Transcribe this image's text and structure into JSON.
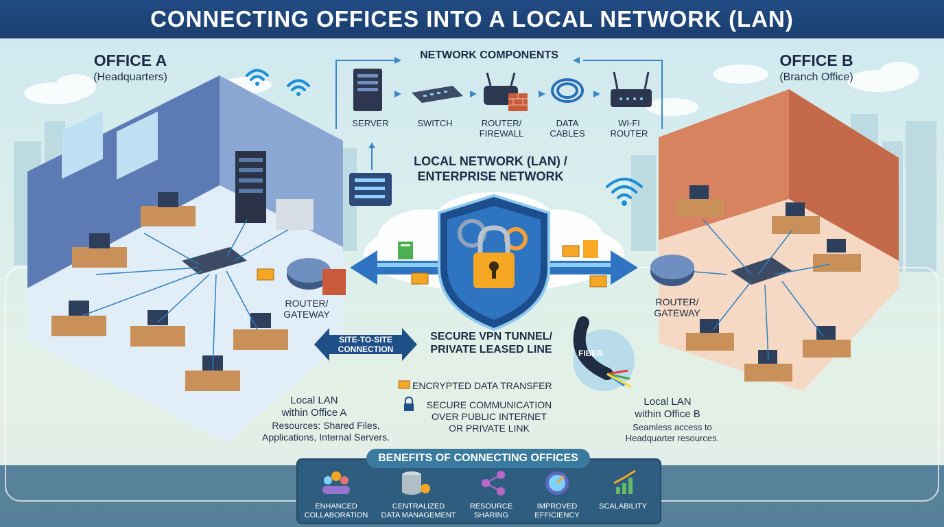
{
  "title": "CONNECTING OFFICES INTO A LOCAL NETWORK (LAN)",
  "office_a": {
    "title": "OFFICE A",
    "subtitle": "(Headquarters)",
    "router_label": "ROUTER/\nGATEWAY",
    "caption_title": "Local LAN\nwithin Office A",
    "caption_body": "Resources: Shared Files,\nApplications, Internal Servers."
  },
  "office_b": {
    "title": "OFFICE B",
    "subtitle": "(Branch Office)",
    "router_label": "ROUTER/\nGATEWAY",
    "caption_title": "Local LAN\nwithin Office B",
    "caption_body": "Seamless access to\nHeadquarter resources."
  },
  "components": {
    "heading": "NETWORK COMPONENTS",
    "items": [
      {
        "label": "SERVER",
        "icon": "server-icon"
      },
      {
        "label": "SWITCH",
        "icon": "switch-icon"
      },
      {
        "label": "ROUTER/\nFIREWALL",
        "icon": "router-firewall-icon"
      },
      {
        "label": "DATA\nCABLES",
        "icon": "cable-icon"
      },
      {
        "label": "WI-FI\nROUTER",
        "icon": "wifi-router-icon"
      }
    ]
  },
  "center": {
    "lan_heading": "LOCAL NETWORK (LAN) /\nENTERPRISE NETWORK",
    "site_to_site": "SITE-TO-SITE\nCONNECTION",
    "vpn": "SECURE VPN TUNNEL/\nPRIVATE LEASED LINE",
    "encrypted": "ENCRYPTED DATA TRANSFER",
    "secure_comm": "SECURE COMMUNICATION\nOVER PUBLIC INTERNET\nOR PRIVATE LINK",
    "fiber": "FIBER"
  },
  "benefits": {
    "heading": "BENEFITS OF CONNECTING OFFICES",
    "items": [
      {
        "label": "ENHANCED\nCOLLABORATION",
        "icon": "collaboration-icon"
      },
      {
        "label": "CENTRALIZED\nDATA MANAGEMENT",
        "icon": "database-icon"
      },
      {
        "label": "RESOURCE\nSHARING",
        "icon": "share-icon"
      },
      {
        "label": "IMPROVED\nEFFICIENCY",
        "icon": "gauge-icon"
      },
      {
        "label": "SCALABILITY",
        "icon": "growth-chart-icon"
      }
    ]
  },
  "colors": {
    "title_bar": "#1f4679",
    "dark_navy": "#1d2c44",
    "accent_blue": "#1e4f86",
    "benefits_bg": "#2f5d7f"
  }
}
